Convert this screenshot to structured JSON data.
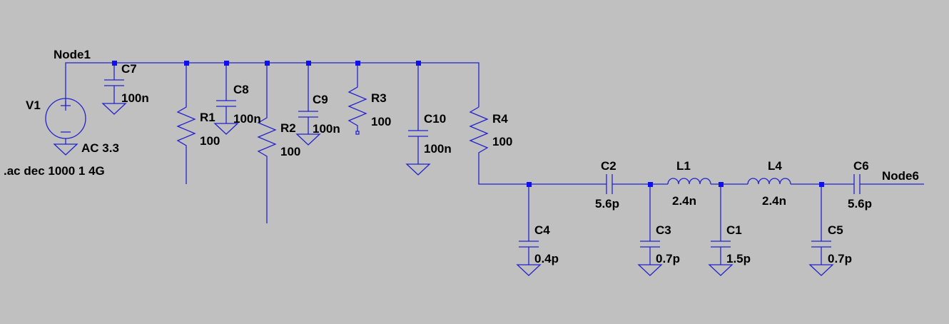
{
  "nodes": {
    "node1": "Node1",
    "node6": "Node6"
  },
  "source": {
    "name": "V1",
    "value": "AC 3.3"
  },
  "directive": ".ac dec 1000 1 4G",
  "components": {
    "C7": {
      "name": "C7",
      "value": "100n"
    },
    "R1": {
      "name": "R1",
      "value": "100"
    },
    "C8": {
      "name": "C8",
      "value": "100n"
    },
    "R2": {
      "name": "R2",
      "value": "100"
    },
    "C9": {
      "name": "C9",
      "value": "100n"
    },
    "R3": {
      "name": "R3",
      "value": "100"
    },
    "C10": {
      "name": "C10",
      "value": "100n"
    },
    "R4": {
      "name": "R4",
      "value": "100"
    },
    "C4": {
      "name": "C4",
      "value": "0.4p"
    },
    "C2": {
      "name": "C2",
      "value": "5.6p"
    },
    "C3": {
      "name": "C3",
      "value": "0.7p"
    },
    "L1": {
      "name": "L1",
      "value": "2.4n"
    },
    "C1": {
      "name": "C1",
      "value": "1.5p"
    },
    "L4": {
      "name": "L4",
      "value": "2.4n"
    },
    "C5": {
      "name": "C5",
      "value": "0.7p"
    },
    "C6": {
      "name": "C6",
      "value": "5.6p"
    }
  }
}
